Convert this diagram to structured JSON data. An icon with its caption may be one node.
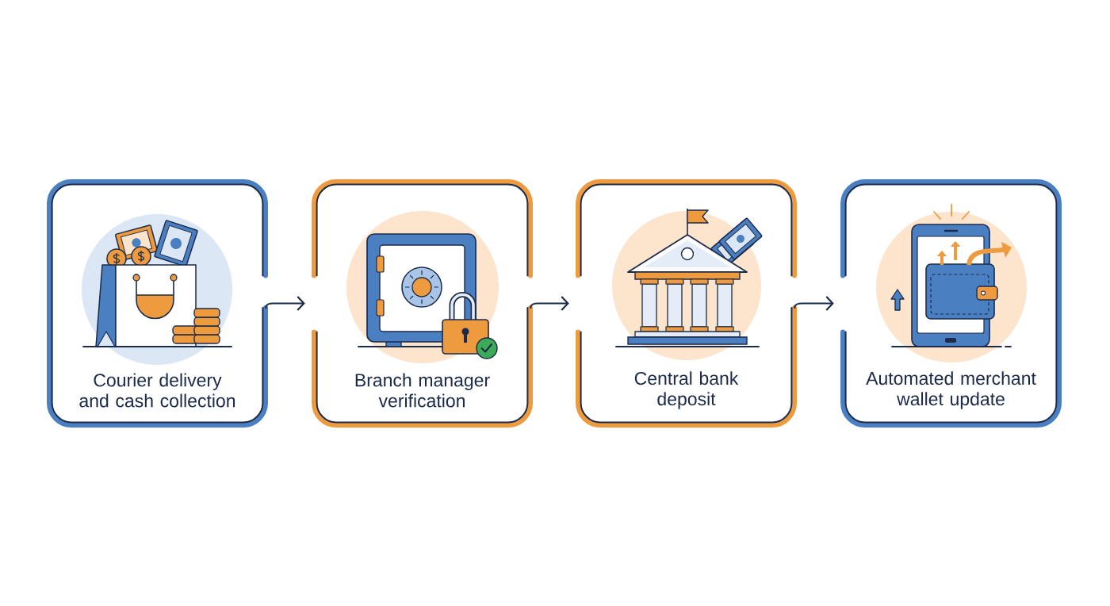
{
  "diagram": {
    "nodes": [
      {
        "text": [
          "Courier delivery and cash collection"
        ]
      },
      {
        "text": [
          "Branch manager verification"
        ]
      },
      {
        "text": [
          "Central bank deposit"
        ]
      },
      {
        "text": [
          "Automated merchant wallet update"
        ]
      }
    ],
    "edges": [
      {
        "from": 0,
        "to": 1,
        "arrow": "to"
      },
      {
        "from": 1,
        "to": 2,
        "arrow": "to"
      },
      {
        "from": 2,
        "to": 3,
        "arrow": "to"
      }
    ]
  }
}
